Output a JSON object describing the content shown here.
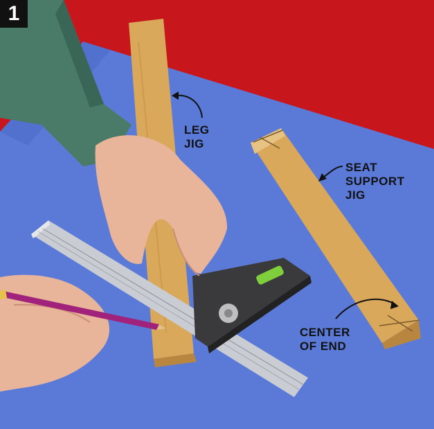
{
  "step_number": "1",
  "labels": {
    "leg_jig": [
      "LEG",
      "JIG"
    ],
    "seat_support_jig": [
      "SEAT",
      "SUPPORT",
      "JIG"
    ],
    "center_of_end": [
      "CENTER",
      "OF END"
    ]
  },
  "colors": {
    "background_red": "#c8161d",
    "tabletop_blue": "#5b7ad8",
    "wood": "#d9a85a",
    "sleeve_green": "#4a7a68",
    "skin": "#e8b49a",
    "pencil": "#a0227a",
    "ruler_steel": "#c9ccd2",
    "square_head": "#3a3a3c",
    "level_vial": "#7fcf3c"
  }
}
